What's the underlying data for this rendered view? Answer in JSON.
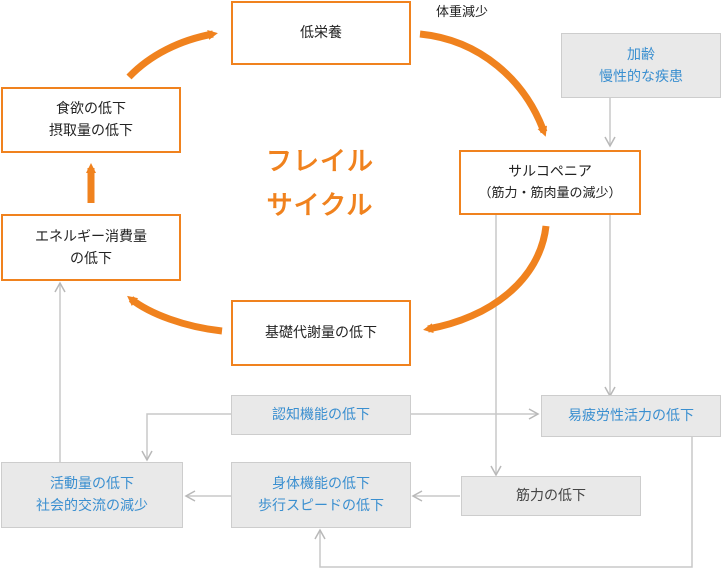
{
  "cycle": {
    "title_line1": "フレイル",
    "title_line2": "サイクル",
    "weight_loss": "体重減少",
    "low_nutrition": "低栄養",
    "appetite_line1": "食欲の低下",
    "appetite_line2": "摂取量の低下",
    "energy_line1": "エネルギー消費量",
    "energy_line2": "の低下",
    "basal_metabolism": "基礎代謝量の低下",
    "sarcopenia_line1": "サルコペニア",
    "sarcopenia_line2": "（筋力・筋肉量の減少）"
  },
  "factors": {
    "aging_line1": "加齢",
    "aging_line2": "慢性的な疾患",
    "cognitive": "認知機能の低下",
    "fatigue": "易疲労性活力の低下",
    "activity_line1": "活動量の低下",
    "activity_line2": "社会的交流の減少",
    "physical_line1": "身体機能の低下",
    "physical_line2": "歩行スピードの低下",
    "muscle": "筋力の低下"
  },
  "colors": {
    "orange": "#f0821e",
    "gray_line": "#c8c8c8",
    "gray_fill": "#e9e9e9",
    "blue_text": "#3a8fd0"
  }
}
